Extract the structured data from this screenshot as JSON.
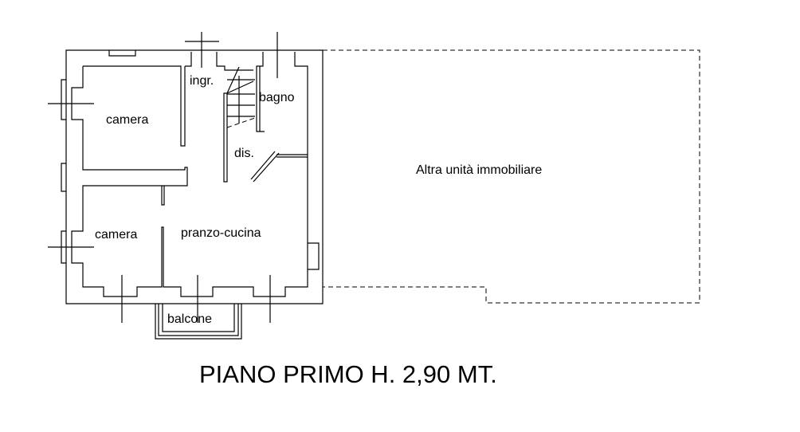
{
  "rooms": {
    "camera_top": "camera",
    "camera_bottom": "camera",
    "ingresso": "ingr.",
    "bagno": "bagno",
    "disimpegno": "dis.",
    "pranzo_cucina": "pranzo-cucina",
    "balcone": "balcone"
  },
  "other_unit": "Altra unità immobiliare",
  "title": "PIANO PRIMO H. 2,90 MT."
}
